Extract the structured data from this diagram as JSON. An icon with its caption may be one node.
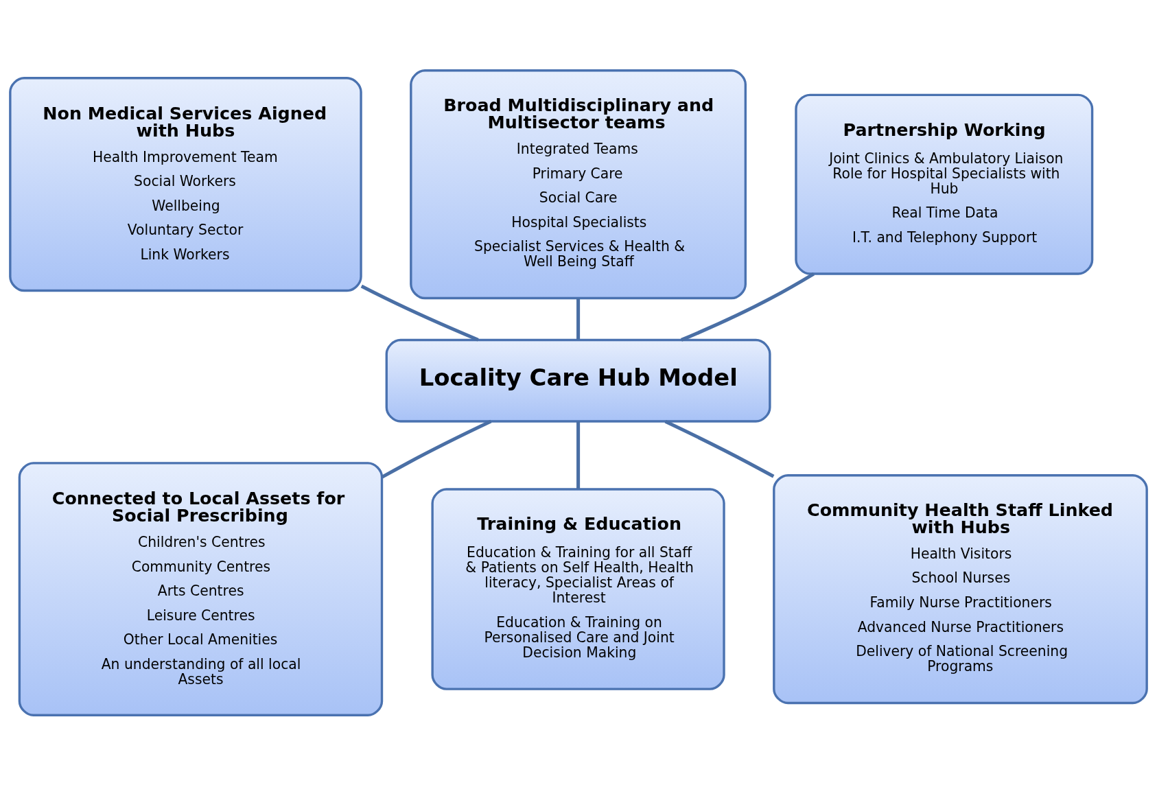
{
  "diagram": {
    "nodes": [
      {
        "text": [
          "Locality Care Hub Model"
        ]
      },
      {
        "text": [
          "Broad Multidisciplinary and Multisector teams",
          "Integrated Teams",
          "Primary Care",
          "Social Care",
          "Hospital Specialists",
          "Specialist Services & Health & Well Being Staff"
        ]
      },
      {
        "text": [
          "Non Medical Services Aigned with Hubs",
          "Health Improvement Team",
          "Social Workers",
          "Wellbeing",
          "Voluntary Sector",
          "Link Workers"
        ]
      },
      {
        "text": [
          "Partnership Working",
          "Joint Clinics & Ambulatory Liaison Role for Hospital Specialists with Hub",
          "Real Time Data",
          "I.T. and Telephony Support"
        ]
      },
      {
        "text": [
          "Connected to Local Assets for Social Prescribing",
          "Children's Centres",
          "Community Centres",
          "Arts Centres",
          "Leisure Centres",
          "Other Local Amenities",
          "An understanding of all local Assets"
        ]
      },
      {
        "text": [
          "Training & Education",
          "Education & Training for all Staff & Patients on Self Health, Health literacy, Specialist Areas of Interest",
          "Education & Training on Personalised Care and Joint Decision Making"
        ]
      },
      {
        "text": [
          "Community Health Staff Linked with Hubs",
          "Health Visitors",
          "School Nurses",
          "Family Nurse Practitioners",
          "Advanced Nurse Practitioners",
          "Delivery of National Screening Programs"
        ]
      }
    ],
    "edges": [
      {
        "from": 0,
        "to": 1,
        "arrow": "none"
      },
      {
        "from": 0,
        "to": 2,
        "arrow": "none"
      },
      {
        "from": 0,
        "to": 3,
        "arrow": "none"
      },
      {
        "from": 0,
        "to": 4,
        "arrow": "none"
      },
      {
        "from": 0,
        "to": 5,
        "arrow": "none"
      },
      {
        "from": 0,
        "to": 6,
        "arrow": "none"
      }
    ]
  }
}
